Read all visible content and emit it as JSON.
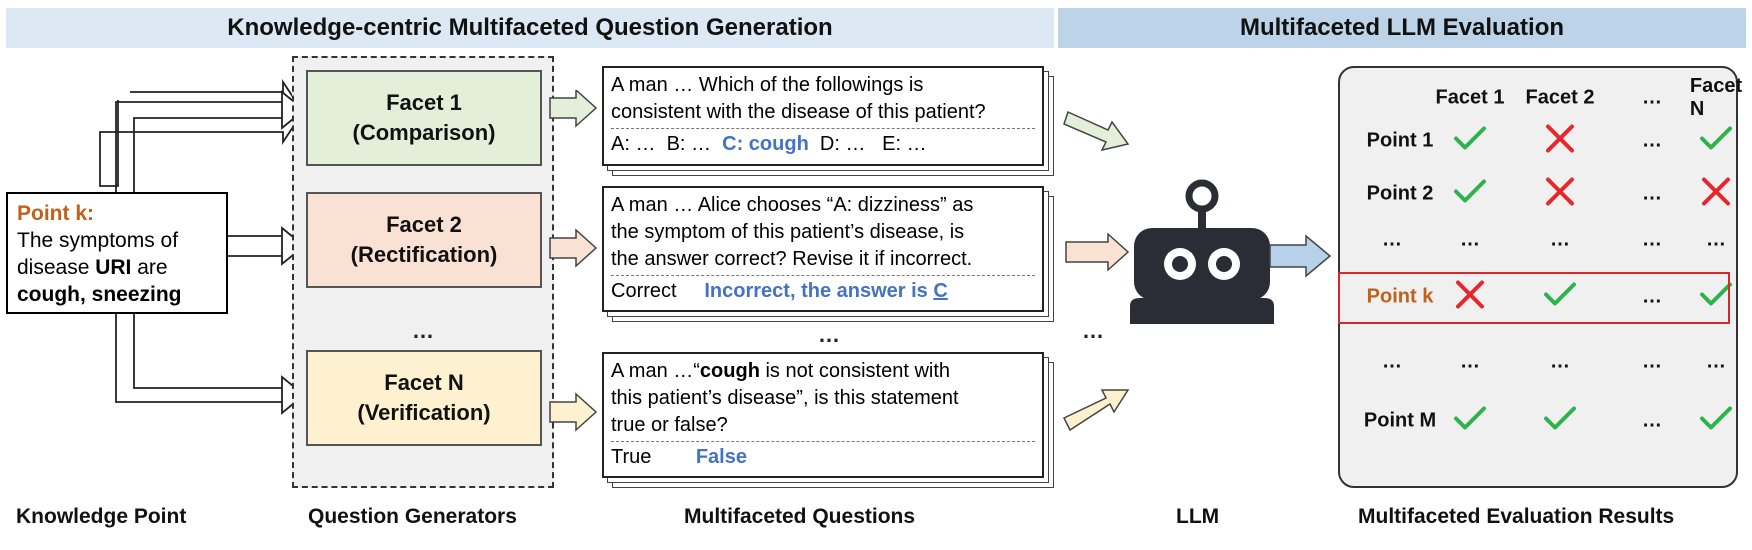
{
  "banners": {
    "left": "Knowledge-centric Multifaceted Question Generation",
    "right": "Multifaceted LLM Evaluation"
  },
  "knowledge_point": {
    "header": "Point k:",
    "line1": "The symptoms of",
    "line2_prefix": "disease ",
    "line2_bold": "URI",
    "line2_suffix": " are",
    "line3": "cough, sneezing"
  },
  "facets": [
    {
      "title": "Facet 1",
      "subtitle": "(Comparison)"
    },
    {
      "title": "Facet 2",
      "subtitle": "(Rectification)"
    },
    {
      "title": "Facet N",
      "subtitle": "(Verification)"
    }
  ],
  "facet_ellipsis": "…",
  "questions": {
    "q1": {
      "line1": "A man … Which of the followings is",
      "line2": "consistent with the disease of this patient?",
      "opts_a": "A: …  B: …  ",
      "opts_answer": "C: cough",
      "opts_rest": "  D: …   E: …"
    },
    "q2": {
      "line1": "A man … Alice chooses “A: dizziness” as",
      "line2": "the symptom of this patient’s disease, is",
      "line3": "the answer correct? Revise it if incorrect.",
      "opt1": "Correct",
      "answer_prefix": "Incorrect, the answer is ",
      "answer_letter": "C"
    },
    "q3": {
      "line1_prefix": "A man …“",
      "line1_bold": "cough",
      "line1_suffix": " is not consistent with",
      "line2": "this patient’s disease”, is this statement",
      "line3": "true or false?",
      "opt1": "True",
      "answer": "False"
    },
    "ellipsis": "…"
  },
  "llm_ellipsis": "…",
  "results": {
    "columns": [
      "Facet 1",
      "Facet 2",
      "…",
      "Facet N"
    ],
    "rows": [
      {
        "label": "Point 1",
        "cells": [
          "check",
          "cross",
          "…",
          "check"
        ]
      },
      {
        "label": "Point 2",
        "cells": [
          "check",
          "cross",
          "…",
          "cross"
        ]
      },
      {
        "label": "…",
        "cells": [
          "…",
          "…",
          "…",
          "…"
        ]
      },
      {
        "label": "Point k",
        "cells": [
          "cross",
          "check",
          "…",
          "check"
        ],
        "highlight": true
      },
      {
        "label": "…",
        "cells": [
          "…",
          "…",
          "…",
          "…"
        ]
      },
      {
        "label": "Point M",
        "cells": [
          "check",
          "check",
          "…",
          "check"
        ]
      }
    ]
  },
  "colors": {
    "check": "#2db34a",
    "cross": "#e8262a",
    "highlight": "#d9262c",
    "point_k": "#c0611b",
    "answer_blue": "#4472c4"
  },
  "bottom_labels": {
    "knowledge_point": "Knowledge Point",
    "question_generators": "Question Generators",
    "multifaceted_questions": "Multifaceted Questions",
    "llm": "LLM",
    "results": "Multifaceted Evaluation Results"
  }
}
